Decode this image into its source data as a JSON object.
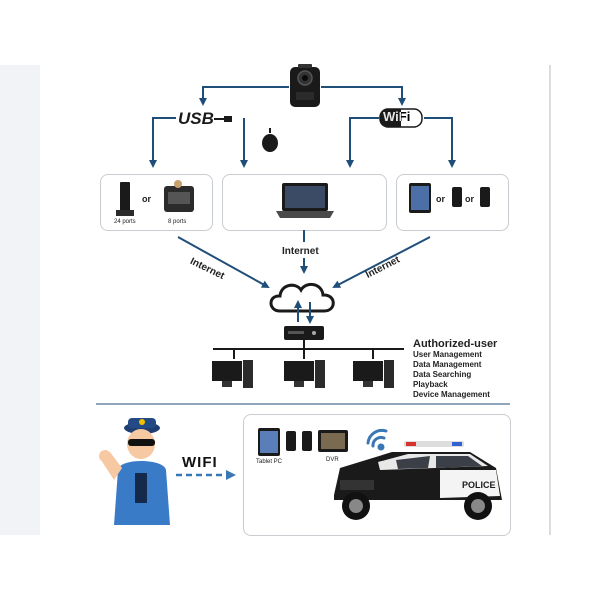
{
  "diagram": {
    "usb_label": "USB",
    "wifi_label": "WiFi",
    "docking_left_label": "24 ports",
    "docking_right_label": "8 ports",
    "or_1": "or",
    "or_2": "or",
    "or_3": "or",
    "internet_center": "Internet",
    "internet_left": "Internet",
    "internet_right": "Internet",
    "authorized_title": "Authorized-user",
    "authorized_items": [
      "User Management",
      "Data Management",
      "Data Searching",
      "Playback",
      "Device Management"
    ],
    "wifi_transfer_label": "WIFI",
    "tablet_label": "Tablet PC",
    "dvr_label": "DVR",
    "police_label": "POLICE"
  },
  "colors": {
    "arrow": "#1f4e79",
    "panel_border": "#c9ccd0",
    "dark_device": "#1a1a1a",
    "police_blue": "#2f6fb0"
  },
  "icons": [
    "body-camera-icon",
    "usb-cable-icon",
    "wifi-logo-icon",
    "docking-station-icon",
    "laptop-icon",
    "tablet-icon",
    "phone-icon",
    "cloud-icon",
    "server-icon",
    "desktop-pc-icon",
    "policeman-icon",
    "wifi-signal-icon",
    "police-car-icon"
  ]
}
